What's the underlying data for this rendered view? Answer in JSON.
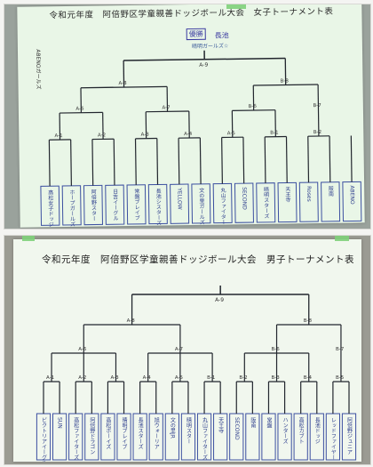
{
  "photos": [
    {
      "title": "令和元年度　阿倍野区学童親善ドッジボール大会　女子トーナメント表",
      "final_label": "A-9",
      "semi_labels": [
        "A-8",
        "B-8"
      ],
      "qf_labels": [
        "A-6",
        "A-7",
        "B-6",
        "B-7"
      ],
      "r1_labels": [
        "A-1",
        "A-2",
        "A-3",
        "A-4",
        "A-5",
        "B-1",
        "B-2",
        "B-3",
        "B-4",
        "B-5"
      ],
      "notes": {
        "champion_handwrite": "優勝",
        "champion_team": "長池",
        "runner_up": "晴明ガールズ☆",
        "side_team": "ABENOガールズ"
      },
      "teams": [
        "高松女子ドッジ",
        "ホープガールズ",
        "阿倍野スター",
        "日吉イーグル",
        "常盤ブレイブ",
        "長池シスターズ",
        "YELLOW",
        "文の里ガールズ",
        "丸山ファイターズ",
        "SECOND",
        "晴明スターズ",
        "天王寺",
        "Roses",
        "阪南",
        "ABENO"
      ]
    },
    {
      "title": "令和元年度　阿倍野区学童親善ドッジボール大会　男子トーナメント表",
      "final_label": "A-9",
      "semi_labels": [
        "A-8",
        "B-8"
      ],
      "qf_labels": [
        "A-6",
        "A-7",
        "B-6",
        "B-7"
      ],
      "r1_labels": [
        "A-1",
        "A-2",
        "A-3",
        "A-4",
        "A-5",
        "B-1",
        "B-2",
        "B-3",
        "B-4",
        "B-5"
      ],
      "teams": [
        "ビクトリアイーグル",
        "SUN",
        "高松ファイターズ",
        "阿倍野ドラゴン",
        "高松ボーイズ",
        "晴明ブレイブ",
        "長池スターズ",
        "旭ウォーリア",
        "文の里JR",
        "晴明スター",
        "丸山ファイターズ",
        "天王寺",
        "SECOND",
        "阪南",
        "常盤",
        "ハンターズ",
        "高松カブト",
        "長池ドッジ",
        "レッドファイヤー",
        "阿倍野ジュニア"
      ]
    }
  ]
}
